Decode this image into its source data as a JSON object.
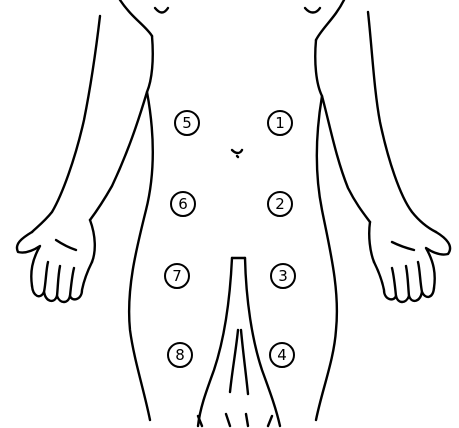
{
  "diagram": {
    "line_color": "#000000",
    "background_color": "#ffffff",
    "sites": [
      {
        "id": "site-1",
        "label": "1"
      },
      {
        "id": "site-2",
        "label": "2"
      },
      {
        "id": "site-3",
        "label": "3"
      },
      {
        "id": "site-4",
        "label": "4"
      },
      {
        "id": "site-5",
        "label": "5"
      },
      {
        "id": "site-6",
        "label": "6"
      },
      {
        "id": "site-7",
        "label": "7"
      },
      {
        "id": "site-8",
        "label": "8"
      }
    ]
  }
}
